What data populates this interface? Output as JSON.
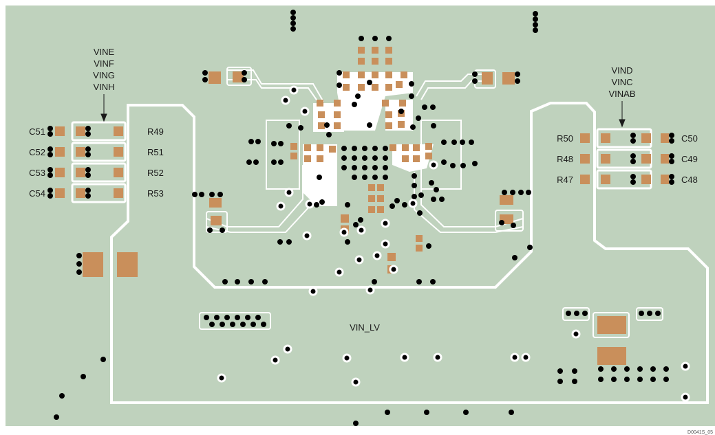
{
  "board": {
    "colors": {
      "background": "#bfd2bd",
      "trace": "#ffffff",
      "pad": "#c98f5b",
      "via": "#000000"
    },
    "left_net_labels": [
      "VINE",
      "VINF",
      "VING",
      "VINH"
    ],
    "right_net_labels": [
      "VIND",
      "VINC",
      "VINAB"
    ],
    "left_caps": [
      "C51",
      "C52",
      "C53",
      "C54"
    ],
    "left_resistors": [
      "R49",
      "R51",
      "R52",
      "R53"
    ],
    "right_resistors": [
      "R50",
      "R48",
      "R47"
    ],
    "right_caps": [
      "C50",
      "C49",
      "C48"
    ],
    "plane_label": "VIN_LV",
    "figure_id": "D0041S_05"
  }
}
